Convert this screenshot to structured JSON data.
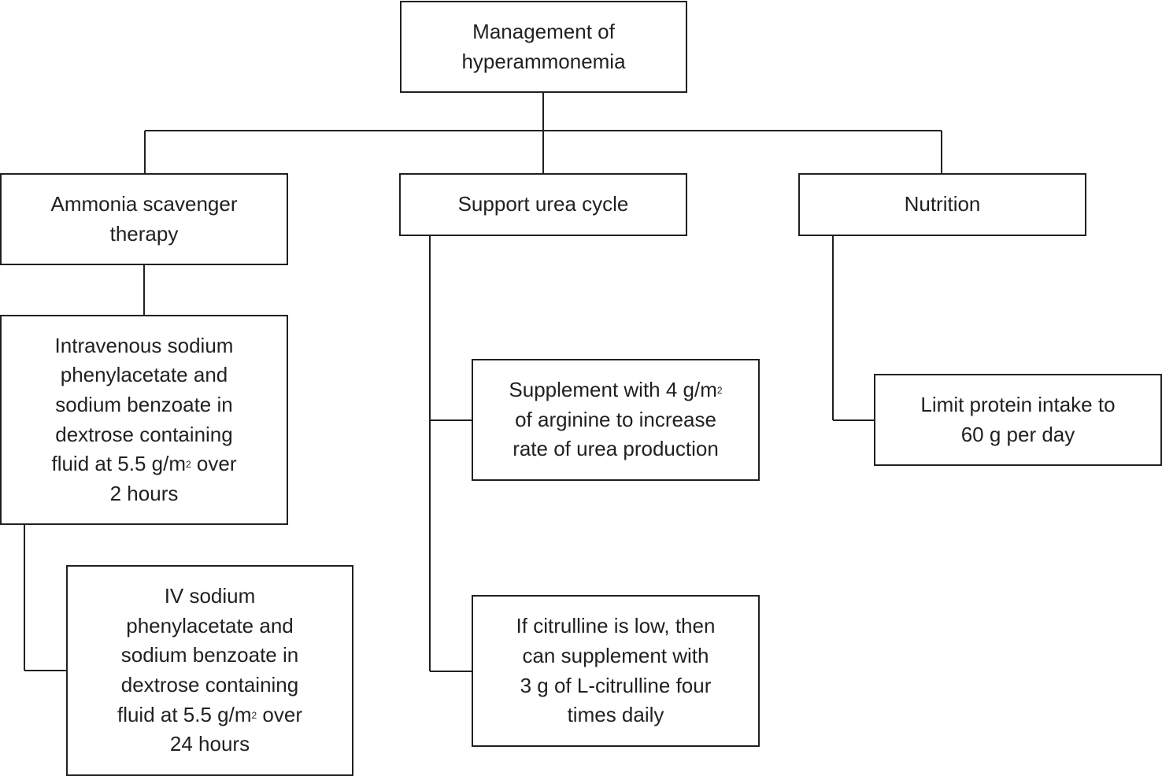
{
  "diagram": {
    "root": {
      "lines": [
        "Management of",
        "hyperammonemia"
      ]
    },
    "branches": [
      {
        "title_lines": [
          "Ammonia scavenger",
          "therapy"
        ],
        "children": [
          {
            "lines": [
              "Intravenous sodium",
              "phenylacetate and",
              "sodium benzoate in",
              "dextrose containing",
              "fluid at 5.5 g/m",
              "2 hours"
            ],
            "sup": "2",
            "sup_after": " over"
          },
          {
            "lines": [
              "IV sodium",
              "phenylacetate and",
              "sodium benzoate in",
              "dextrose containing",
              "fluid at 5.5 g/m",
              "24 hours"
            ],
            "sup": "2",
            "sup_after": " over"
          }
        ]
      },
      {
        "title_lines": [
          "Support urea cycle"
        ],
        "children": [
          {
            "lines": [
              "Supplement with 4 g/m",
              "of arginine to increase",
              "rate of urea production"
            ],
            "sup": "2"
          },
          {
            "lines": [
              "If citrulline is low, then",
              "can supplement with",
              "3 g of L-citrulline four",
              "times daily"
            ]
          }
        ]
      },
      {
        "title_lines": [
          "Nutrition"
        ],
        "children": [
          {
            "lines": [
              "Limit protein intake to",
              "60 g per day"
            ]
          }
        ]
      }
    ]
  }
}
